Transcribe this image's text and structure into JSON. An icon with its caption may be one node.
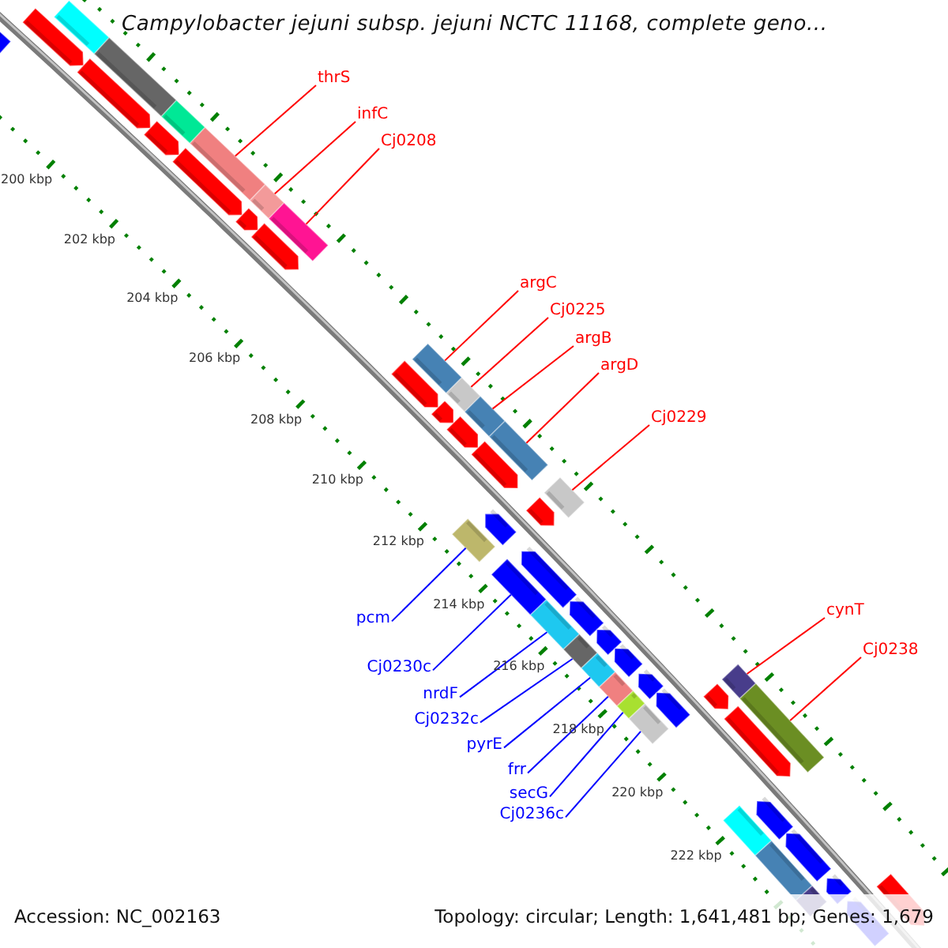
{
  "diagram": {
    "title": "Campylobacter jejuni subsp. jejuni NCTC 11168, complete geno...",
    "nodes": [
      {
        "text": [
          "thrS"
        ]
      },
      {
        "text": [
          "infC"
        ]
      },
      {
        "text": [
          "Cj0208"
        ]
      },
      {
        "text": [
          "argC"
        ]
      },
      {
        "text": [
          "Cj0225"
        ]
      },
      {
        "text": [
          "argB"
        ]
      },
      {
        "text": [
          "argD"
        ]
      },
      {
        "text": [
          "Cj0229"
        ]
      },
      {
        "text": [
          "cynT"
        ]
      },
      {
        "text": [
          "pcm"
        ]
      },
      {
        "text": [
          "Cj0238"
        ]
      },
      {
        "text": [
          "Cj0230c"
        ]
      },
      {
        "text": [
          "nrdF"
        ]
      },
      {
        "text": [
          "Cj0232c"
        ]
      },
      {
        "text": [
          "pyrE"
        ]
      },
      {
        "text": [
          "frr"
        ]
      },
      {
        "text": [
          "secG"
        ]
      },
      {
        "text": [
          "Cj0236c"
        ]
      },
      {
        "text": [],
        "shape": "pentagon"
      },
      {
        "text": [],
        "shape": "bar"
      },
      {
        "text": [],
        "shape": "pentagon"
      },
      {
        "text": [],
        "shape": "pentagon"
      },
      {
        "text": [],
        "shape": "bar"
      },
      {
        "text": [],
        "shape": "pentagon"
      },
      {
        "text": [],
        "shape": "bar"
      },
      {
        "text": [],
        "shape": "pentagon"
      },
      {
        "text": [],
        "shape": "bar"
      },
      {
        "text": [],
        "shape": "bar"
      },
      {
        "text": [],
        "shape": "pentagon"
      },
      {
        "text": [],
        "shape": "pentagon"
      },
      {
        "text": [],
        "shape": "bar"
      },
      {
        "text": [],
        "shape": "pentagon"
      },
      {
        "text": [],
        "shape": "bar"
      },
      {
        "text": [],
        "shape": "bar"
      },
      {
        "text": [],
        "shape": "pentagon"
      },
      {
        "text": [],
        "shape": "pentagon"
      },
      {
        "text": [],
        "shape": "bar"
      },
      {
        "text": [],
        "shape": "pentagon"
      },
      {
        "text": [],
        "shape": "bar"
      },
      {
        "text": [],
        "shape": "bar"
      },
      {
        "text": [],
        "shape": "pentagon"
      },
      {
        "text": [],
        "shape": "pentagon"
      },
      {
        "text": [],
        "shape": "bar"
      },
      {
        "text": [],
        "shape": "bar"
      },
      {
        "text": [],
        "shape": "pentagon"
      },
      {
        "text": [],
        "shape": "bar"
      },
      {
        "text": [],
        "shape": "pentagon"
      },
      {
        "text": [],
        "shape": "bar"
      },
      {
        "text": [],
        "shape": "pentagon"
      },
      {
        "text": [],
        "shape": "bar"
      },
      {
        "text": [],
        "shape": "pentagon"
      },
      {
        "text": [],
        "shape": "bar"
      },
      {
        "text": [],
        "shape": "pentagon"
      },
      {
        "text": [],
        "shape": "bar"
      },
      {
        "text": [],
        "shape": "pentagon"
      },
      {
        "text": [],
        "shape": "bar"
      },
      {
        "text": [],
        "shape": "pentagon"
      },
      {
        "text": [],
        "shape": "bar"
      },
      {
        "text": [],
        "shape": "bar"
      },
      {
        "text": [],
        "shape": "pentagon"
      },
      {
        "text": [],
        "shape": "bar"
      },
      {
        "text": [],
        "shape": "pentagon"
      },
      {
        "text": [],
        "shape": "bar"
      },
      {
        "text": [],
        "shape": "pentagon"
      },
      {
        "text": [],
        "shape": "bar"
      },
      {
        "text": [],
        "shape": "pentagon"
      },
      {
        "text": [],
        "shape": "pentagon"
      },
      {
        "text": [],
        "shape": "pentagon"
      }
    ],
    "edges": [
      {
        "from": 0,
        "to": 26,
        "arrow": "none"
      },
      {
        "from": 1,
        "to": 27,
        "arrow": "none"
      },
      {
        "from": 2,
        "to": 30,
        "arrow": "none"
      },
      {
        "from": 3,
        "to": 32,
        "arrow": "none"
      },
      {
        "from": 4,
        "to": 33,
        "arrow": "none"
      },
      {
        "from": 5,
        "to": 36,
        "arrow": "none"
      },
      {
        "from": 6,
        "to": 38,
        "arrow": "none"
      },
      {
        "from": 7,
        "to": 42,
        "arrow": "none"
      },
      {
        "from": 8,
        "to": 57,
        "arrow": "none"
      },
      {
        "from": 9,
        "to": 39,
        "arrow": "none",
        "color": "#0000ff"
      },
      {
        "from": 10,
        "to": 58,
        "arrow": "none"
      },
      {
        "from": 11,
        "to": 43,
        "arrow": "none",
        "color": "#0000ff"
      },
      {
        "from": 12,
        "to": 45,
        "arrow": "none",
        "color": "#0000ff"
      },
      {
        "from": 13,
        "to": 47,
        "arrow": "none",
        "color": "#0000ff"
      },
      {
        "from": 14,
        "to": 49,
        "arrow": "none",
        "color": "#0000ff"
      },
      {
        "from": 15,
        "to": 51,
        "arrow": "none",
        "color": "#0000ff"
      },
      {
        "from": 16,
        "to": 53,
        "arrow": "none",
        "color": "#0000ff"
      },
      {
        "from": 17,
        "to": 55,
        "arrow": "none",
        "color": "#0000ff"
      }
    ],
    "labels": [
      "200 kbp",
      "202 kbp",
      "204 kbp",
      "206 kbp",
      "208 kbp",
      "210 kbp",
      "212 kbp",
      "214 kbp",
      "216 kbp",
      "218 kbp",
      "220 kbp",
      "222 kbp",
      "Accession: NC_002163",
      "Topology: circular; Length: 1,641,481 bp; Genes: 1,679"
    ]
  }
}
